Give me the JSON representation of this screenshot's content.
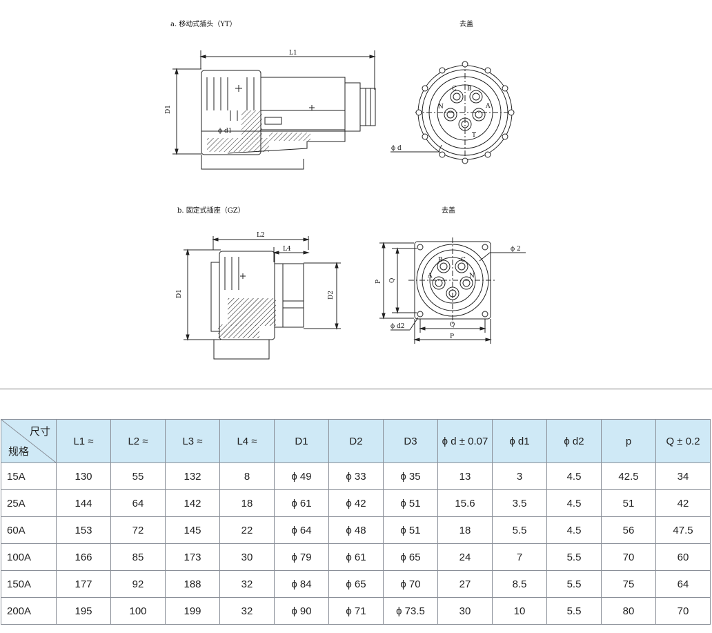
{
  "top": {
    "caption_a": "a. 移动式插头（YT）",
    "caption_a_right": "去盖",
    "caption_b": "b. 固定式插座（GZ）",
    "caption_b_right": "去盖"
  },
  "dims_a": {
    "L1": "L1",
    "D1": "D1",
    "phi_d1": "ϕ d1",
    "phi_d": "ϕ d"
  },
  "pins_a": {
    "C": "C",
    "B": "B",
    "N": "N",
    "A": "A",
    "T": "T"
  },
  "dims_b": {
    "L2": "L2",
    "L4": "L4",
    "D1": "D1",
    "D2": "D2",
    "phi2": "ϕ 2",
    "P_v": "P",
    "Q_v": "Q",
    "phi_d2": "ϕ d2",
    "Q_h": "Q",
    "P_h": "P"
  },
  "pins_b": {
    "B": "B",
    "C": "C",
    "A": "A",
    "N": "N"
  },
  "table": {
    "corner_top": "尺寸",
    "corner_bottom": "规格",
    "headers": [
      "L1 ≈",
      "L2 ≈",
      "L3 ≈",
      "L4 ≈",
      "D1",
      "D2",
      "D3",
      "ϕ d ± 0.07",
      "ϕ d1",
      "ϕ d2",
      "p",
      "Q ± 0.2"
    ],
    "rows": [
      [
        "15A",
        "130",
        "55",
        "132",
        "8",
        "ϕ 49",
        "ϕ 33",
        "ϕ 35",
        "13",
        "3",
        "4.5",
        "42.5",
        "34"
      ],
      [
        "25A",
        "144",
        "64",
        "142",
        "18",
        "ϕ 61",
        "ϕ 42",
        "ϕ 51",
        "15.6",
        "3.5",
        "4.5",
        "51",
        "42"
      ],
      [
        "60A",
        "153",
        "72",
        "145",
        "22",
        "ϕ 64",
        "ϕ 48",
        "ϕ 51",
        "18",
        "5.5",
        "4.5",
        "56",
        "47.5"
      ],
      [
        "100A",
        "166",
        "85",
        "173",
        "30",
        "ϕ 79",
        "ϕ 61",
        "ϕ 65",
        "24",
        "7",
        "5.5",
        "70",
        "60"
      ],
      [
        "150A",
        "177",
        "92",
        "188",
        "32",
        "ϕ 84",
        "ϕ 65",
        "ϕ 70",
        "27",
        "8.5",
        "5.5",
        "75",
        "64"
      ],
      [
        "200A",
        "195",
        "100",
        "199",
        "32",
        "ϕ 90",
        "ϕ 71",
        "ϕ 73.5",
        "30",
        "10",
        "5.5",
        "80",
        "70"
      ]
    ]
  }
}
